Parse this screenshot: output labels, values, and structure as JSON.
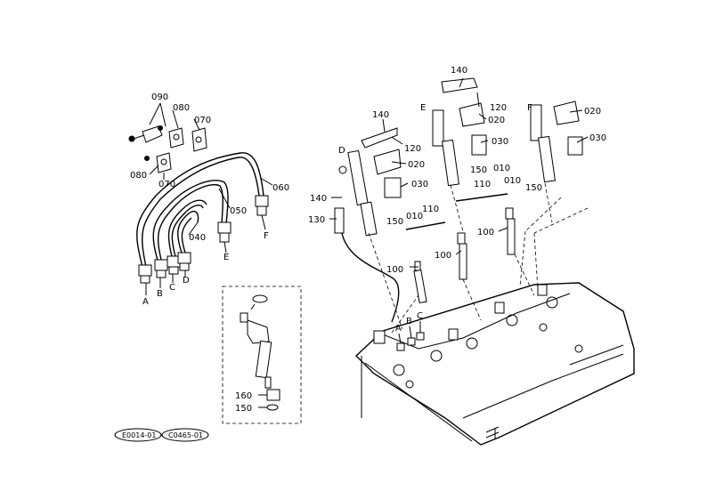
{
  "labels": {
    "l090": "090",
    "l080a": "080",
    "l070a": "070",
    "l080b": "080",
    "l070b": "070",
    "l060": "060",
    "l050": "050",
    "l040": "040",
    "lA": "A",
    "lB": "B",
    "lC": "C",
    "lD": "D",
    "lE": "E",
    "lF": "F",
    "l140a": "140",
    "l120a": "120",
    "l140b": "140",
    "l120b": "120",
    "lE2": "E",
    "l020a": "020",
    "l030a": "030",
    "lF2": "F",
    "l020b": "020",
    "l030b": "030",
    "lD2": "D",
    "l020c": "020",
    "l030c": "030",
    "l150a": "150",
    "l010a": "010",
    "l010b": "010",
    "l150b": "150",
    "l110a": "110",
    "l140c": "140",
    "l130": "130",
    "l150c": "150",
    "l010c": "010",
    "l110b": "110",
    "l100a": "100",
    "l100b": "100",
    "l100c": "100",
    "lA2": "A",
    "lB2": "B",
    "lC2": "C",
    "l160": "160",
    "l150d": "150",
    "ref1": "E0014-01",
    "ref2": "C0465-01"
  }
}
